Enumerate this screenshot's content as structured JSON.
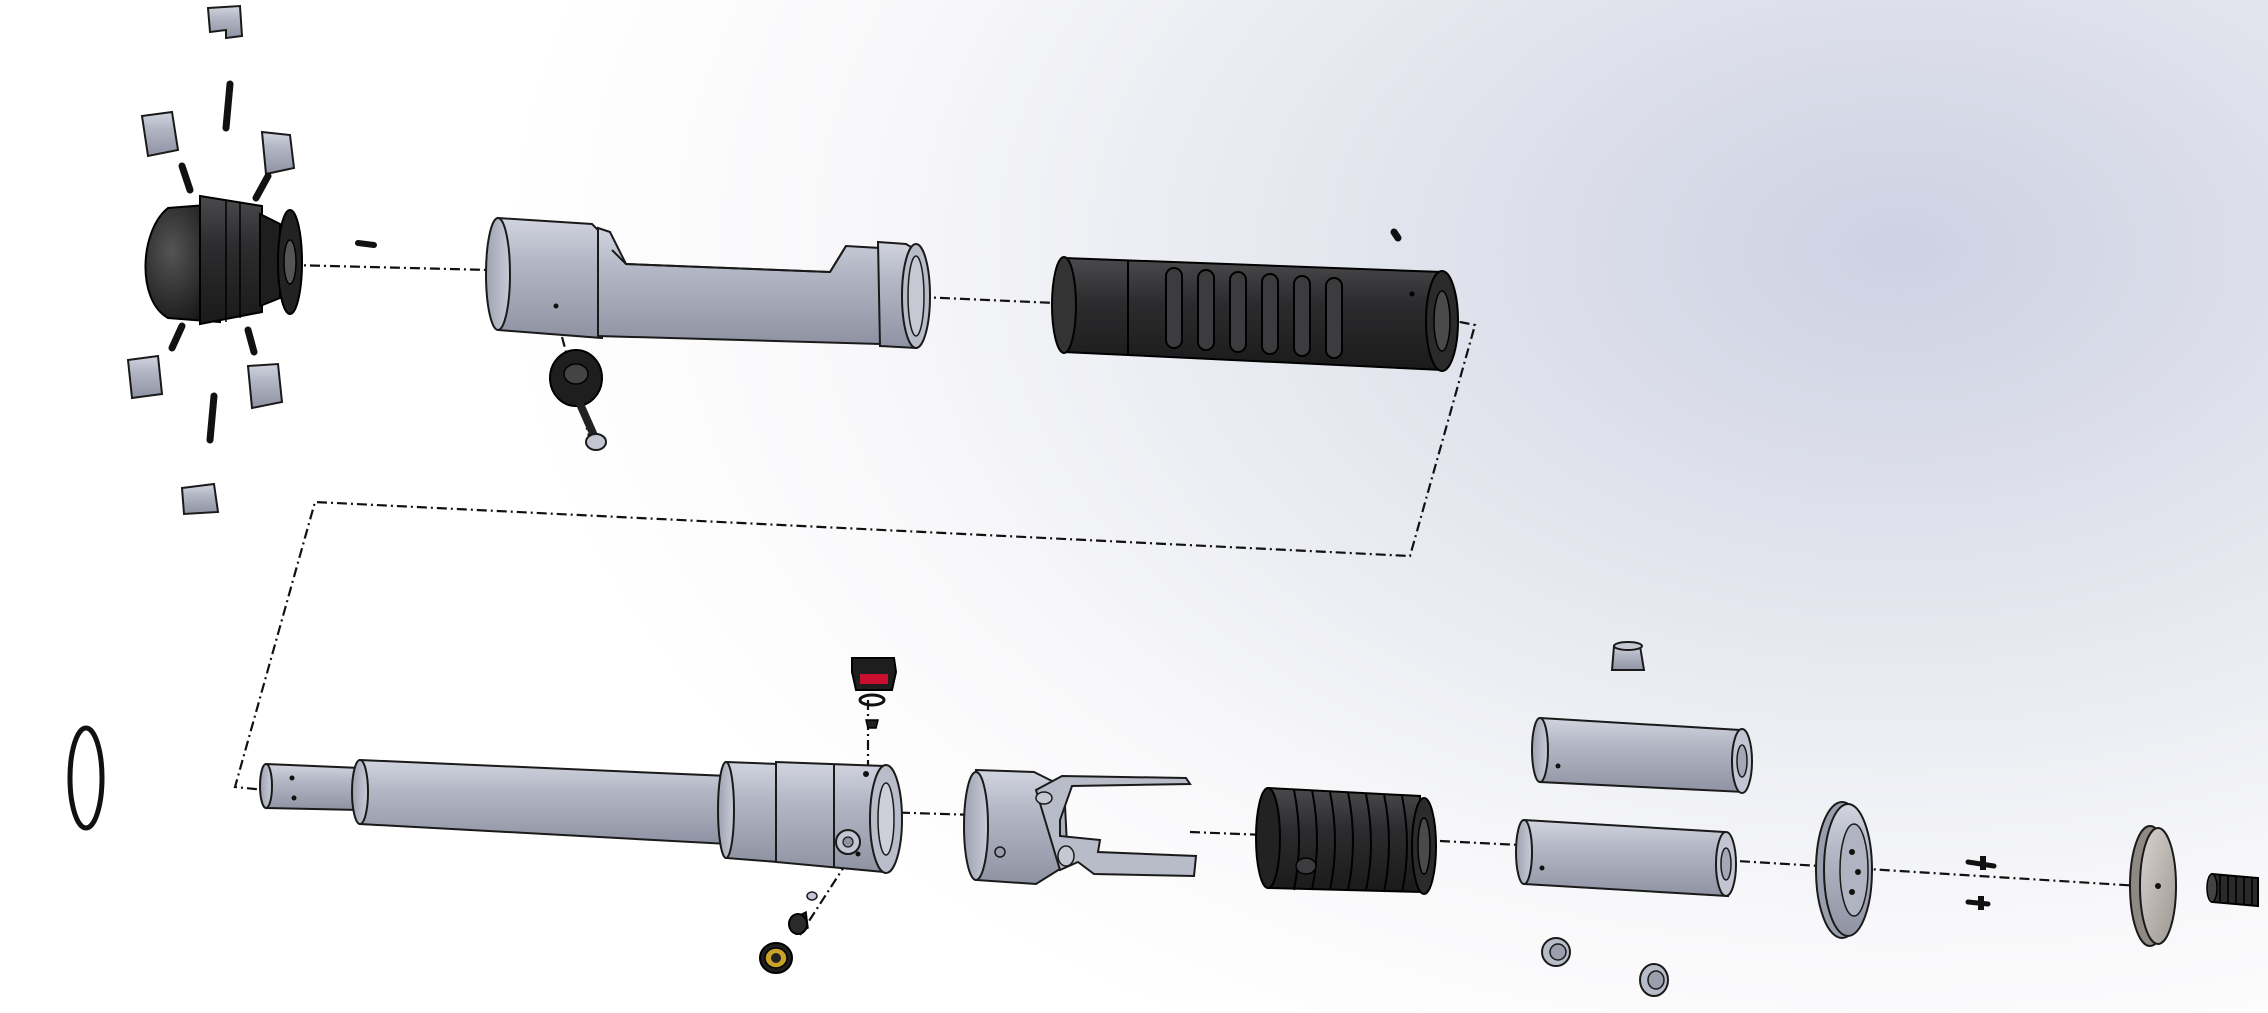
{
  "colors": {
    "metal": "#aeb2c0",
    "metal_light": "#c3c6d2",
    "metal_dark": "#8e92a0",
    "rubber": "#2a2a2c",
    "rubber_light": "#444446",
    "accent_red": "#c8102e",
    "accent_brass": "#c9a227",
    "washer": "#b9b3ae",
    "chain_line": "#111111"
  },
  "diagram": {
    "kind": "exploded-assembly-view",
    "components": [
      "emitter-shroud",
      "emitter-clamp-block",
      "emitter-pin",
      "upper-body-tube",
      "activation-switch",
      "grip-sleeve",
      "set-screw",
      "main-chassis-tube",
      "o-ring",
      "red-switch-cap",
      "brass-connector",
      "chassis-bracket",
      "ribbed-grip",
      "battery-cell",
      "battery-cap",
      "end-plate",
      "washer-disc",
      "threaded-pommel-stud",
      "screw",
      "bushing"
    ]
  }
}
